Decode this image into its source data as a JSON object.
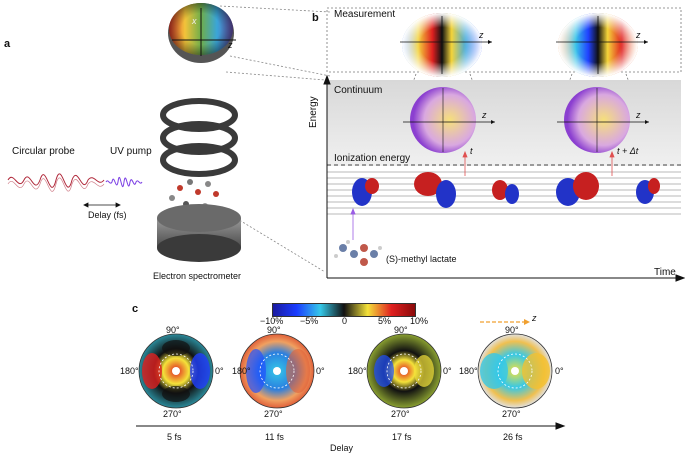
{
  "panels": {
    "a": "a",
    "b": "b",
    "c": "c"
  },
  "panel_a": {
    "probe_label": "Circular probe",
    "pump_label": "UV pump",
    "delay_label": "Delay (fs)",
    "spectrometer_label": "Electron spectrometer",
    "axis_x": "x",
    "axis_z": "z"
  },
  "panel_b": {
    "measurement_label": "Measurement",
    "continuum_label": "Continuum",
    "ionization_label": "Ionization energy",
    "energy_axis": "Energy",
    "time_axis": "Time",
    "t_label": "t",
    "t_dt_label": "t + Δt",
    "z_label": "z",
    "molecule_label": "(S)-methyl lactate"
  },
  "panel_c": {
    "colorbar_ticks": [
      "−10%",
      "−5%",
      "0",
      "5%",
      "10%"
    ],
    "angle_top": "90°",
    "angle_left": "180°",
    "angle_right": "0°",
    "angle_bottom": "270°",
    "delays": [
      "5 fs",
      "11 fs",
      "17 fs",
      "26 fs"
    ],
    "delay_axis": "Delay",
    "z_label": "z",
    "colors": {
      "neg": "#1a3cff",
      "mid_neg": "#35c8e8",
      "zero": "#111111",
      "mid_pos": "#f4e23a",
      "pos": "#e02020"
    }
  }
}
